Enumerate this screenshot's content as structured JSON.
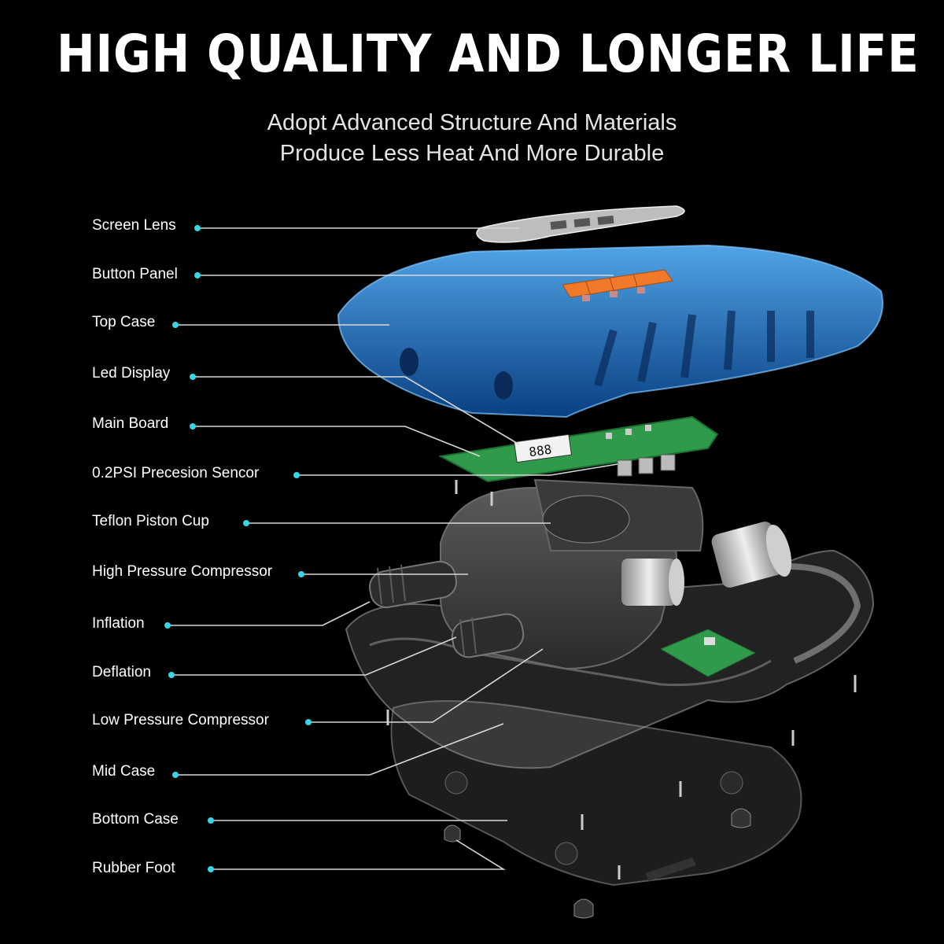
{
  "header": {
    "title": "HIGH QUALITY AND LONGER LIFE",
    "subtitle_line1": "Adopt Advanced Structure And Materials",
    "subtitle_line2": "Produce Less Heat And More Durable"
  },
  "labels": [
    "Screen Lens",
    "Button Panel",
    "Top Case",
    "Led Display",
    "Main Board",
    "0.2PSI Precesion Sencor",
    "Teflon Piston Cup",
    "High Pressure Compressor",
    "Inflation",
    "Deflation",
    "Low Pressure Compressor",
    "Mid Case",
    "Bottom Case",
    "Rubber Foot"
  ],
  "colors": {
    "background": "#000000",
    "dot": "#36d6e7",
    "leader": "#d8d8d8",
    "top_case": "#2a8fe0",
    "board": "#2e9a4a",
    "buttons": "#f07a2a"
  }
}
